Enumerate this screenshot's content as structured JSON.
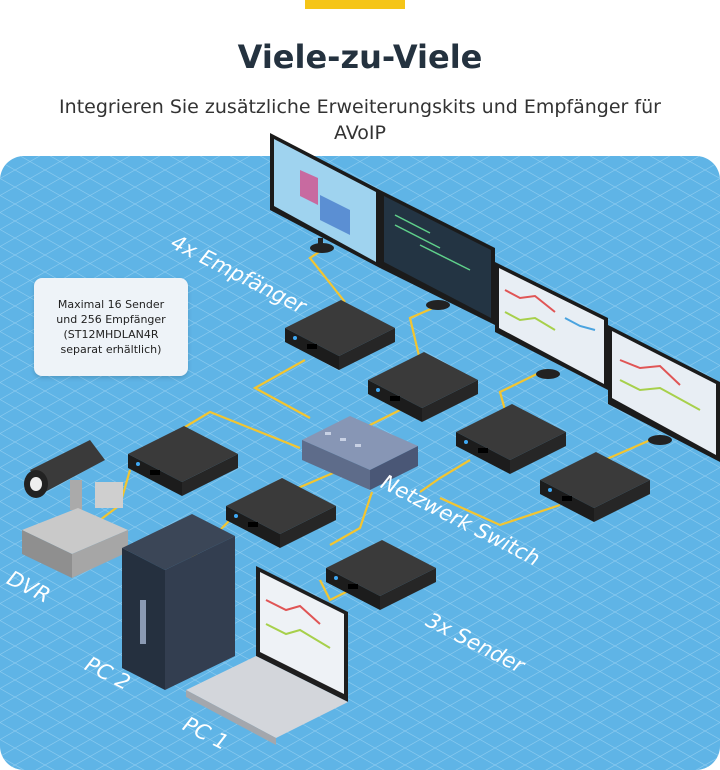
{
  "header": {
    "title": "Viele-zu-Viele",
    "subtitle": "Integrieren Sie zusätzliche Erweiterungskits und Empfänger für AVoIP"
  },
  "note": {
    "lines": [
      "Maximal 16 Sender",
      "und 256 Empfänger",
      "(ST12MHDLAN4R",
      "separat erhältlich)"
    ]
  },
  "labels": {
    "receivers": "4x Empfänger",
    "switch": "Netzwerk Switch",
    "senders": "3x Sender",
    "dvr": "DVR",
    "pc2": "PC 2",
    "pc1": "PC 1"
  },
  "colors": {
    "accent": "#f5c518",
    "background_blue": "#5fb4e6",
    "cable": "#f2c531",
    "device": "#2b2b2b"
  }
}
